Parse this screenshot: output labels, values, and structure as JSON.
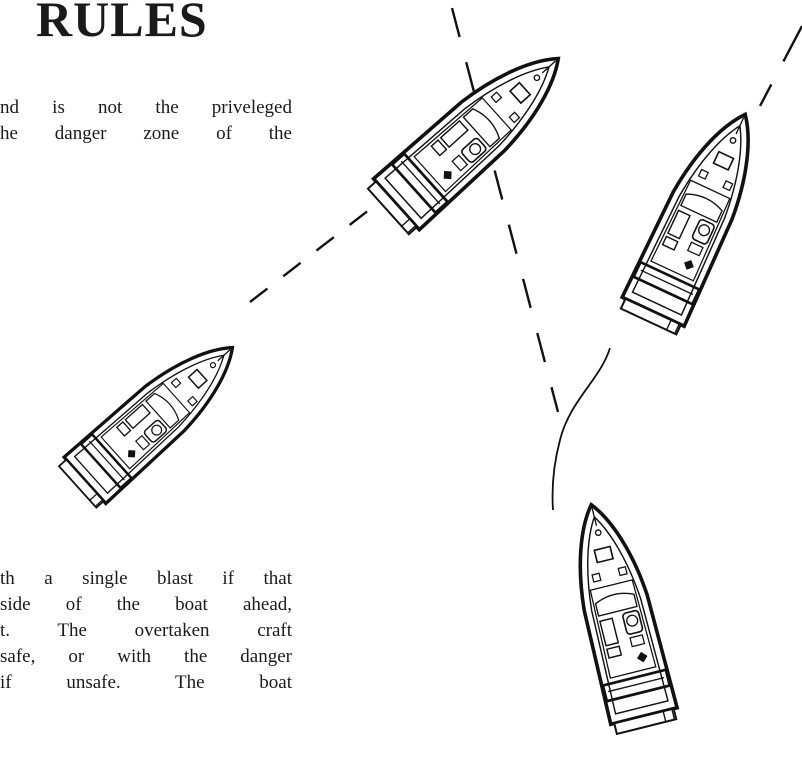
{
  "title": "RULES",
  "paragraph_top": [
    "nd is not the priveleged",
    "he danger zone of the"
  ],
  "paragraph_bottom": [
    "th a single blast if that",
    "side of the boat ahead,",
    "t. The overtaken craft",
    "safe, or with the danger",
    "if unsafe. The boat"
  ],
  "illustration": {
    "boats": [
      "boat-left",
      "boat-top-center",
      "boat-right",
      "boat-bottom"
    ],
    "line_color": "#111111"
  }
}
